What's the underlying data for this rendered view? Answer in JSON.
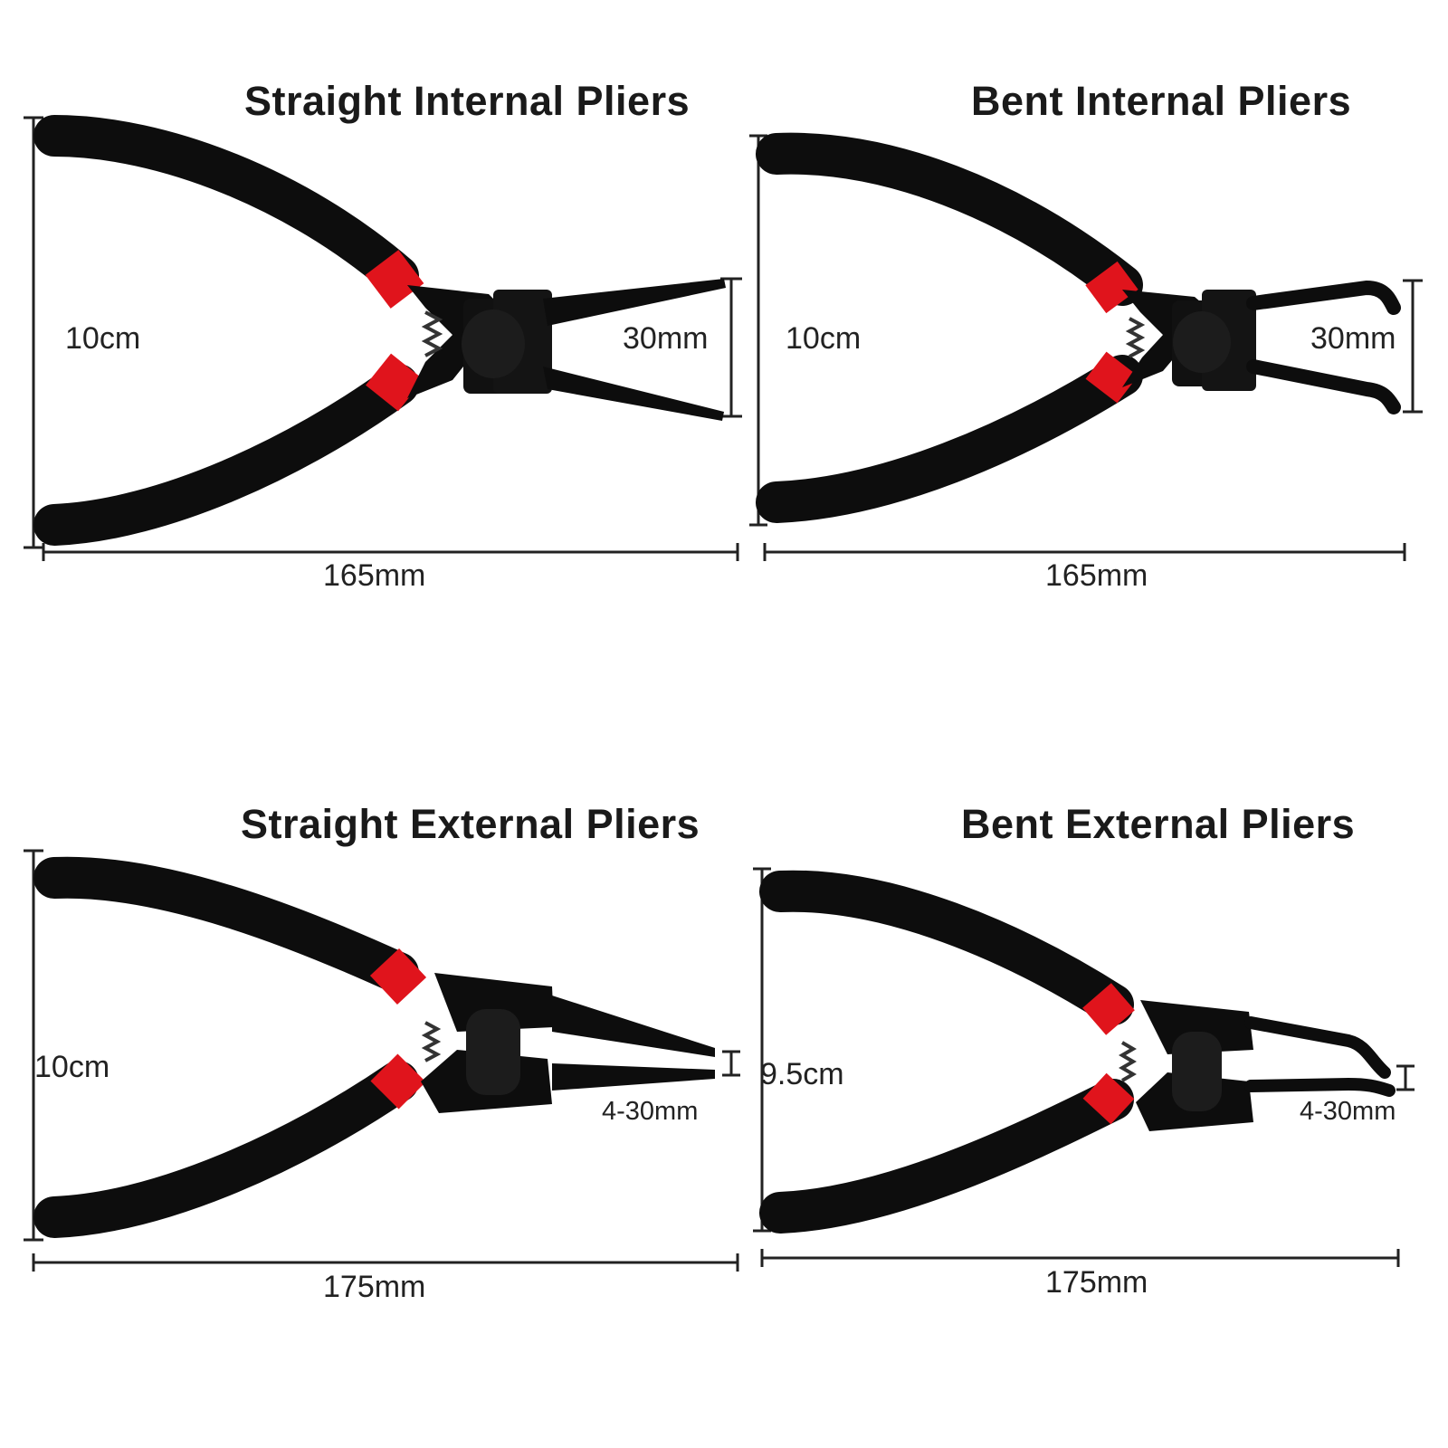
{
  "colors": {
    "handle": "#0d0d0d",
    "accent": "#e0141c",
    "dimension_line": "#222222",
    "background": "#ffffff"
  },
  "panels": [
    {
      "title": "Straight Internal Pliers",
      "height_label": "10cm",
      "width_label": "165mm",
      "tip_label": "30mm"
    },
    {
      "title": "Bent Internal Pliers",
      "height_label": "10cm",
      "width_label": "165mm",
      "tip_label": "30mm"
    },
    {
      "title": "Straight External Pliers",
      "height_label": "10cm",
      "width_label": "175mm",
      "tip_label": "4-30mm"
    },
    {
      "title": "Bent External Pliers",
      "height_label": "9.5cm",
      "width_label": "175mm",
      "tip_label": "4-30mm"
    }
  ]
}
